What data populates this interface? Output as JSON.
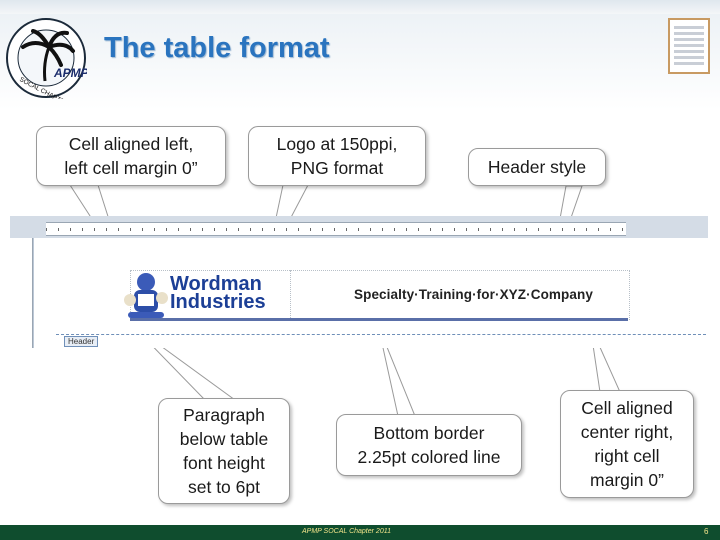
{
  "slide": {
    "title": "The table format",
    "logo": {
      "text": "APMP",
      "ring_text": "SOCAL CHAPTER"
    }
  },
  "callouts": {
    "cell_left": "Cell aligned left,\nleft cell margin 0”",
    "logo_res": "Logo at 150ppi,\nPNG format",
    "header_style": "Header style",
    "paragraph": "Paragraph\nbelow table\nfont height\nset to 6pt",
    "bottom_border": "Bottom border\n2.25pt colored line",
    "cell_right": "Cell aligned\ncenter right,\nright cell\nmargin 0”"
  },
  "screenshot": {
    "brand_line1": "Wordman",
    "brand_line2": "Industries",
    "header_text": "Specialty·Training·for·XYZ·Company",
    "header_tag": "Header"
  },
  "footer": {
    "text": "APMP SOCAL Chapter 2011",
    "page": "6"
  },
  "colors": {
    "title": "#2a74bf",
    "footer_bg": "#0f4d2e",
    "footer_text": "#f3e58a",
    "brand": "#1c3f96",
    "border_line": "#5a6fa8"
  }
}
